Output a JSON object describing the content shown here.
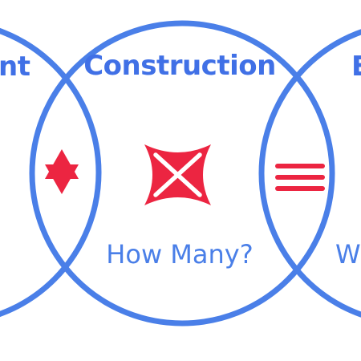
{
  "colors": {
    "ring": "#4a7fe8",
    "label": "#4070e6",
    "symbol": "#ec2541",
    "background": "#ffffff"
  },
  "circles": {
    "left": {
      "title": "nt",
      "note": "cropped title of the left set"
    },
    "center": {
      "title": "Construction",
      "icon": "x-star-icon",
      "question": "How Many?"
    },
    "right": {
      "title": "E",
      "question": "W",
      "note": "cropped title and question of the right set"
    }
  },
  "overlaps": {
    "left_center": {
      "icon": "six-point-star-icon"
    },
    "center_right": {
      "icon": "hamburger-lines-icon"
    }
  }
}
